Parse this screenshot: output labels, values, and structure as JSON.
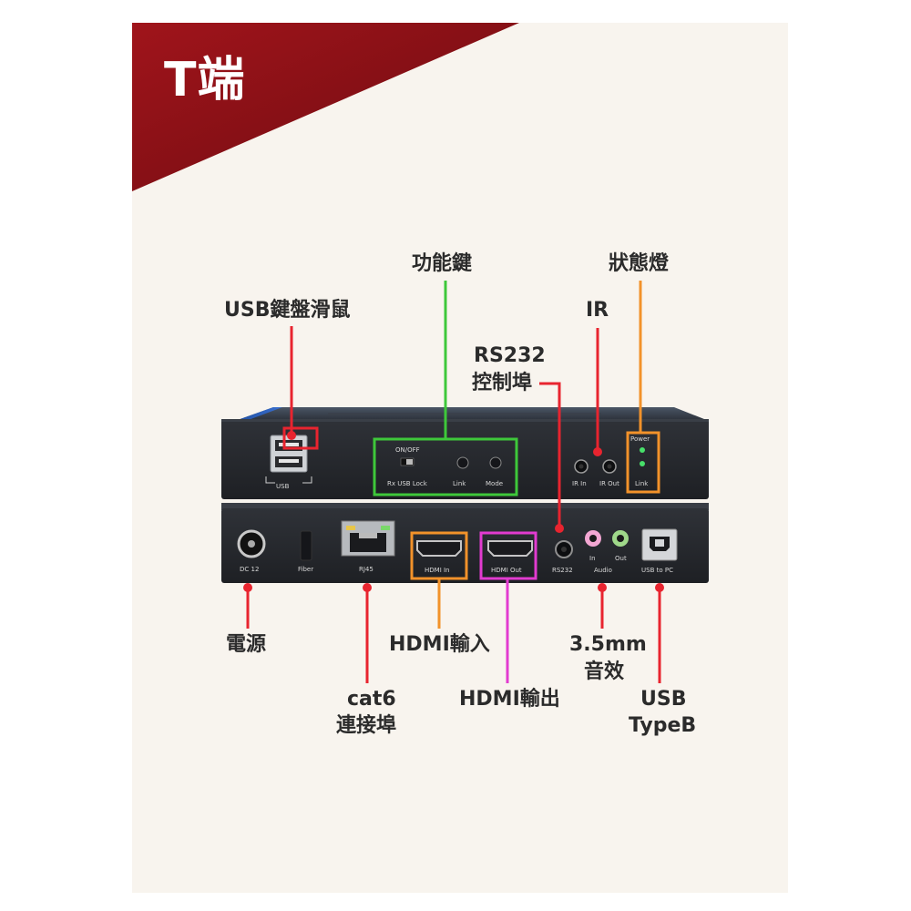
{
  "banner": {
    "title": "T端",
    "color": "#8e1117"
  },
  "callouts": {
    "usb_keyboard_mouse": "USB鍵盤滑鼠",
    "function_keys": "功能鍵",
    "status_lights": "狀態燈",
    "ir": "IR",
    "rs232_line1": "RS232",
    "rs232_line2": "控制埠",
    "power": "電源",
    "hdmi_in": "HDMI輸入",
    "audio_line1": "3.5mm",
    "audio_line2": "音效",
    "cat6_line1": "cat6",
    "cat6_line2": "連接埠",
    "hdmi_out": "HDMI輸出",
    "usb_b_line1": "USB",
    "usb_b_line2": "TypeB"
  },
  "front_panel": {
    "usb": "USB",
    "on_off": "ON/OFF",
    "rx_usb_lock": "Rx USB Lock",
    "link": "Link",
    "mode": "Mode",
    "ir_in": "IR In",
    "ir_out": "IR Out",
    "power": "Power",
    "led_link": "Link"
  },
  "rear_panel": {
    "dc": "DC 12",
    "fiber": "Fiber",
    "rj45": "RJ45",
    "hdmi_in": "HDMI In",
    "hdmi_out": "HDMI Out",
    "rs232": "RS232",
    "audio_in": "In",
    "audio_out": "Out",
    "audio": "Audio",
    "usb_to_pc": "USB to PC"
  },
  "colors": {
    "red": "#e8242f",
    "green": "#3ec83a",
    "orange": "#f2922a",
    "magenta": "#e23bd0",
    "led": "#47e06a"
  }
}
